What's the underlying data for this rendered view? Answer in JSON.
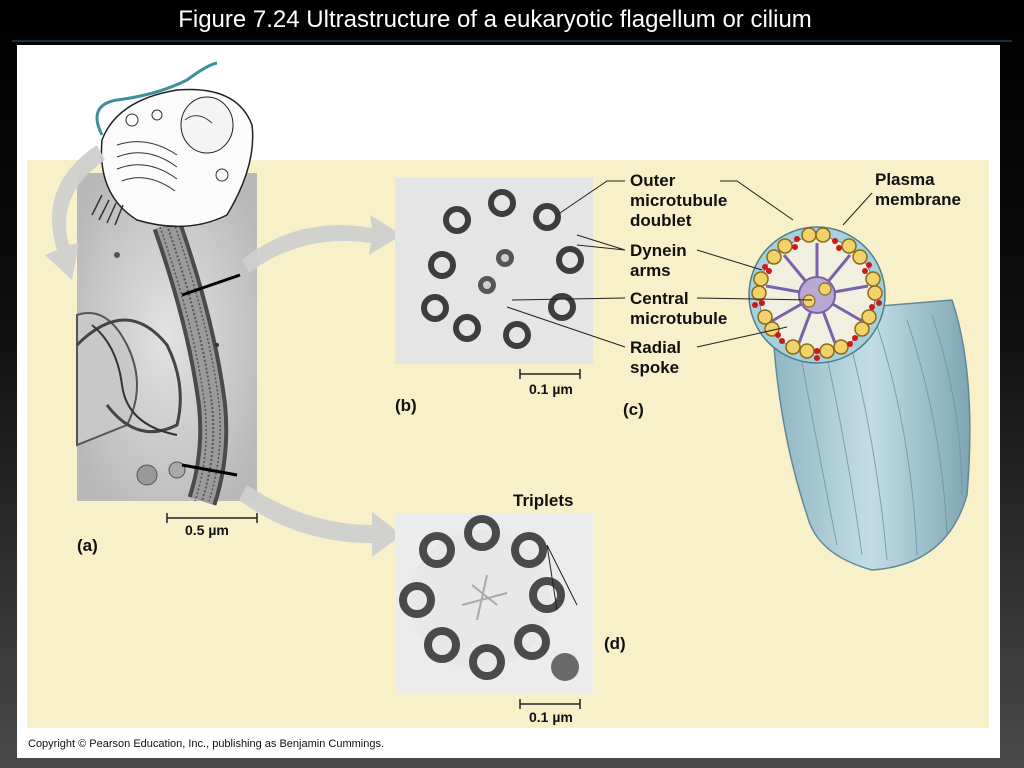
{
  "title": "Figure 7.24  Ultrastructure of a eukaryotic flagellum or cilium",
  "labels": {
    "outer_doublet": [
      "Outer",
      "microtubule",
      "doublet"
    ],
    "dynein_arms": [
      "Dynein",
      "arms"
    ],
    "central_microtubule": [
      "Central",
      "microtubule"
    ],
    "radial_spoke": [
      "Radial",
      "spoke"
    ],
    "plasma_membrane": [
      "Plasma",
      "membrane"
    ],
    "triplets": "Triplets"
  },
  "panels": {
    "a": "(a)",
    "b": "(b)",
    "c": "(c)",
    "d": "(d)"
  },
  "scale_bars": {
    "a": "0.5 µm",
    "b": "0.1 µm",
    "d": "0.1 µm"
  },
  "copyright": "Copyright © Pearson Education, Inc., publishing as Benjamin Cummings.",
  "colors": {
    "panel_background": "#f7f0c8",
    "plasma_membrane": "#a8d0dc",
    "microtubule": "#f2d36b",
    "dynein_arm": "#cc1a1a",
    "radial_spoke": "#7a62a8"
  }
}
